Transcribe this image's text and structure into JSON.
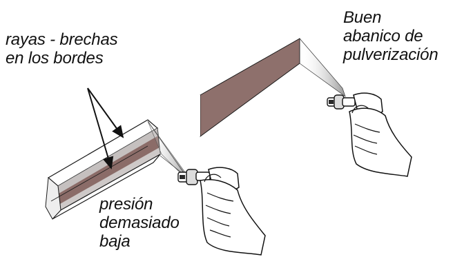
{
  "labels": {
    "streaks": [
      "rayas - brechas",
      "en los bordes"
    ],
    "good_pattern": [
      "Buen",
      "abanico de",
      "pulverización"
    ],
    "low_pressure": [
      "presión",
      "demasiado",
      "baja"
    ]
  },
  "colors": {
    "spray_band": "#8b6c68",
    "panel": "#8e706c",
    "outline": "#1a1a1a",
    "mist": "#bdbdbd"
  },
  "icons": [
    "spray-gun-icon",
    "hand-icon",
    "arrow-icon"
  ]
}
